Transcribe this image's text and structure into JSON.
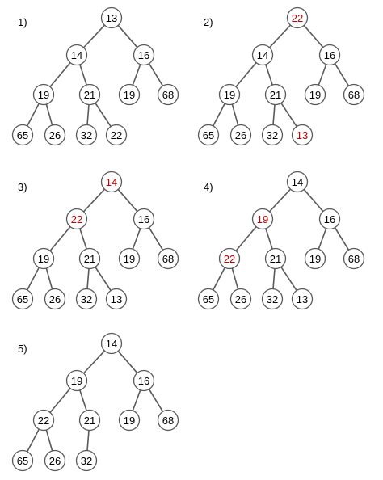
{
  "colors": {
    "normal": "#000000",
    "highlight": "#c00000"
  },
  "steps": [
    {
      "label": "1)",
      "nodes": [
        {
          "value": "13",
          "highlight": false
        },
        {
          "value": "14",
          "highlight": false
        },
        {
          "value": "16",
          "highlight": false
        },
        {
          "value": "19",
          "highlight": false
        },
        {
          "value": "21",
          "highlight": false
        },
        {
          "value": "19",
          "highlight": false
        },
        {
          "value": "68",
          "highlight": false
        },
        {
          "value": "65",
          "highlight": false
        },
        {
          "value": "26",
          "highlight": false
        },
        {
          "value": "32",
          "highlight": false
        },
        {
          "value": "22",
          "highlight": false
        }
      ]
    },
    {
      "label": "2)",
      "nodes": [
        {
          "value": "22",
          "highlight": true
        },
        {
          "value": "14",
          "highlight": false
        },
        {
          "value": "16",
          "highlight": false
        },
        {
          "value": "19",
          "highlight": false
        },
        {
          "value": "21",
          "highlight": false
        },
        {
          "value": "19",
          "highlight": false
        },
        {
          "value": "68",
          "highlight": false
        },
        {
          "value": "65",
          "highlight": false
        },
        {
          "value": "26",
          "highlight": false
        },
        {
          "value": "32",
          "highlight": false
        },
        {
          "value": "13",
          "highlight": true
        }
      ]
    },
    {
      "label": "3)",
      "nodes": [
        {
          "value": "14",
          "highlight": true
        },
        {
          "value": "22",
          "highlight": true
        },
        {
          "value": "16",
          "highlight": false
        },
        {
          "value": "19",
          "highlight": false
        },
        {
          "value": "21",
          "highlight": false
        },
        {
          "value": "19",
          "highlight": false
        },
        {
          "value": "68",
          "highlight": false
        },
        {
          "value": "65",
          "highlight": false
        },
        {
          "value": "26",
          "highlight": false
        },
        {
          "value": "32",
          "highlight": false
        },
        {
          "value": "13",
          "highlight": false
        }
      ]
    },
    {
      "label": "4)",
      "nodes": [
        {
          "value": "14",
          "highlight": false
        },
        {
          "value": "19",
          "highlight": true
        },
        {
          "value": "16",
          "highlight": false
        },
        {
          "value": "22",
          "highlight": true
        },
        {
          "value": "21",
          "highlight": false
        },
        {
          "value": "19",
          "highlight": false
        },
        {
          "value": "68",
          "highlight": false
        },
        {
          "value": "65",
          "highlight": false
        },
        {
          "value": "26",
          "highlight": false
        },
        {
          "value": "32",
          "highlight": false
        },
        {
          "value": "13",
          "highlight": false
        }
      ]
    },
    {
      "label": "5)",
      "nodes": [
        {
          "value": "14",
          "highlight": false
        },
        {
          "value": "19",
          "highlight": false
        },
        {
          "value": "16",
          "highlight": false
        },
        {
          "value": "22",
          "highlight": false
        },
        {
          "value": "21",
          "highlight": false
        },
        {
          "value": "19",
          "highlight": false
        },
        {
          "value": "68",
          "highlight": false
        },
        {
          "value": "65",
          "highlight": false
        },
        {
          "value": "26",
          "highlight": false
        },
        {
          "value": "32",
          "highlight": false
        }
      ]
    }
  ]
}
